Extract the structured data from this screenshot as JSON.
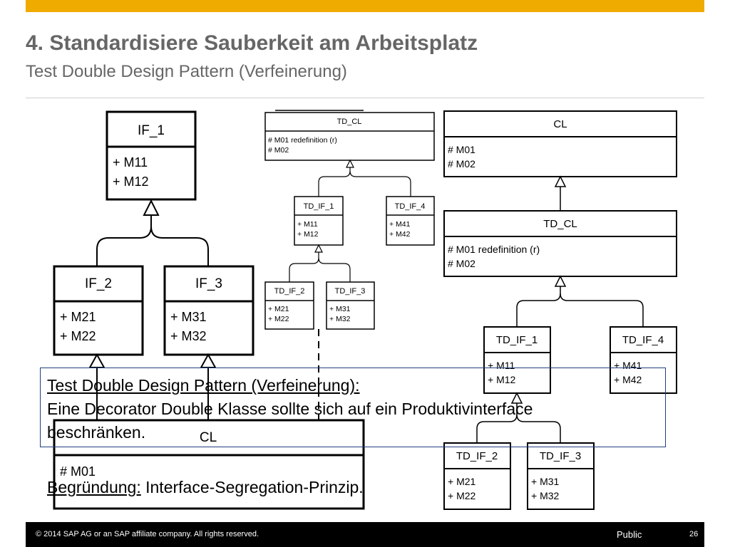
{
  "header": {
    "title": "4. Standardisiere Sauberkeit am Arbeitsplatz",
    "subtitle": "Test Double Design Pattern (Verfeinerung)"
  },
  "diagram_left": {
    "if1": {
      "name": "IF_1",
      "m1": "+ M11",
      "m2": "+ M12"
    },
    "if2": {
      "name": "IF_2",
      "m1": "+ M21",
      "m2": "+ M22"
    },
    "if3": {
      "name": "IF_3",
      "m1": "+ M31",
      "m2": "+ M32"
    },
    "cl": {
      "name": "CL",
      "m1": "# M01"
    }
  },
  "diagram_middle": {
    "td_cl": {
      "name": "TD_CL",
      "m1": "# M01 redefinition (r)",
      "m2": "# M02"
    },
    "td_if1": {
      "name": "TD_IF_1",
      "m1": "+ M11",
      "m2": "+ M12"
    },
    "td_if4": {
      "name": "TD_IF_4",
      "m1": "+ M41",
      "m2": "+ M42"
    },
    "td_if2": {
      "name": "TD_IF_2",
      "m1": "+ M21",
      "m2": "+ M22"
    },
    "td_if3": {
      "name": "TD_IF_3",
      "m1": "+ M31",
      "m2": "+ M32"
    }
  },
  "diagram_right": {
    "cl": {
      "name": "CL",
      "m1": "# M01",
      "m2": "# M02"
    },
    "td_cl": {
      "name": "TD_CL",
      "m1": "# M01 redefinition (r)",
      "m2": "# M02"
    },
    "td_if1": {
      "name": "TD_IF_1",
      "m1": "+ M11",
      "m2": "+ M12"
    },
    "td_if4": {
      "name": "TD_IF_4",
      "m1": "+ M41",
      "m2": "+ M42"
    },
    "td_if2": {
      "name": "TD_IF_2",
      "m1": "+ M21",
      "m2": "+ M22"
    },
    "td_if3": {
      "name": "TD_IF_3",
      "m1": "+ M31",
      "m2": "+ M32"
    }
  },
  "callout": {
    "heading": "Test Double Design Pattern (Verfeinerung):",
    "line1": "Eine Decorator Double Klasse sollte sich auf ein Produktivinterface",
    "line2": "beschränken.",
    "reason_label": "Begründung:",
    "reason_text": " Interface-Segregation-Prinzip."
  },
  "footer": {
    "copyright": "© 2014 SAP AG or an SAP affiliate company. All rights reserved.",
    "classification": "Public",
    "page": "26"
  },
  "colors": {
    "accent": "#f0ab00",
    "title": "#666666",
    "callout_border": "#1f3f7f",
    "footer": "#000000"
  }
}
